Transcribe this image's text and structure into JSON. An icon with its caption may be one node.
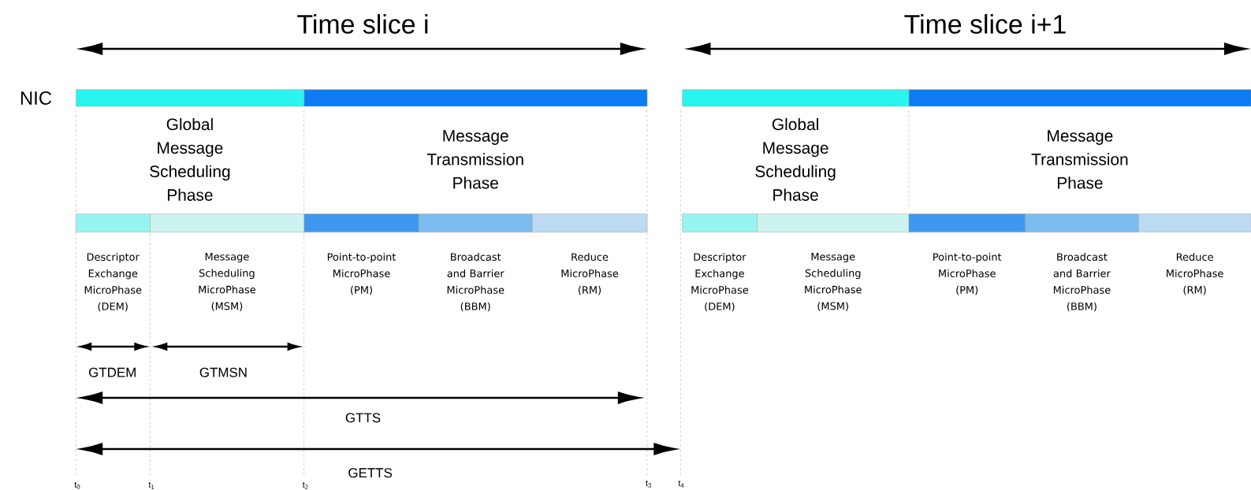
{
  "diagram": {
    "nodes": [
      {
        "text": [
          "Global Message Scheduling Phase"
        ]
      },
      {
        "text": [
          "Message Transmission Phase"
        ]
      },
      {
        "text": [
          "Descriptor Exchange MicroPhase (DEM)"
        ]
      },
      {
        "text": [
          "Message Scheduling MicroPhase (MSM)"
        ]
      },
      {
        "text": [
          "Point-to-point MicroPhase (PM)"
        ]
      },
      {
        "text": [
          "Broadcast and Barrier MicroPhase (BBM)"
        ]
      },
      {
        "text": [
          "Reduce MicroPhase (RM)"
        ]
      },
      {
        "text": [
          "Global Message Scheduling Phase"
        ]
      },
      {
        "text": [
          "Message Transmission Phase"
        ]
      },
      {
        "text": [
          "Descriptor Exchange MicroPhase (DEM)"
        ]
      },
      {
        "text": [
          "Message Scheduling MicroPhase (MSM)"
        ]
      },
      {
        "text": [
          "Point-to-point MicroPhase (PM)"
        ]
      },
      {
        "text": [
          "Broadcast and Barrier MicroPhase (BBM)"
        ]
      },
      {
        "text": [
          "Reduce MicroPhase (RM)"
        ]
      }
    ],
    "labels": [
      "Time slice i",
      "Time slice i+1",
      "NIC",
      "GTDEM",
      "GTMSN",
      "GTTS",
      "GETTS",
      "t$_{0}$",
      "t$_{1}$",
      "t$_{2}$",
      "t$_{3}$",
      "t$_{4}$"
    ]
  }
}
